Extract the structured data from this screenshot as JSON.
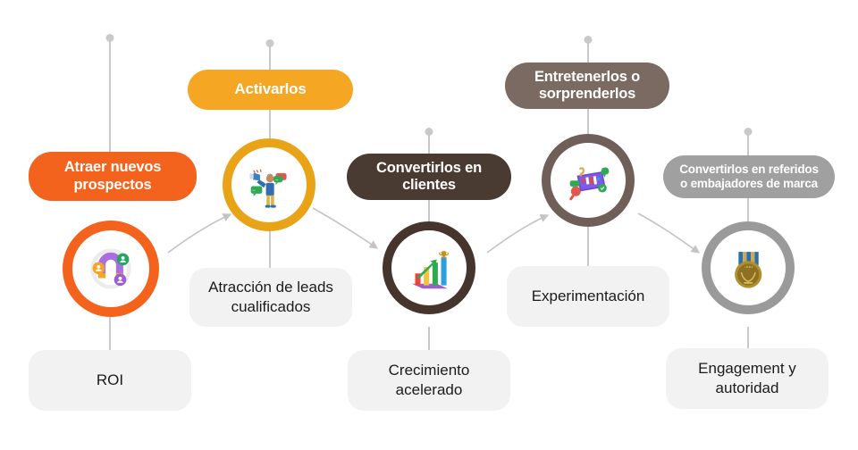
{
  "diagram": {
    "title_text": "",
    "background": "#ffffff",
    "arrow_color": "#bfbfbf",
    "spine_color": "#c9c9c9",
    "caption_bg": "#f2f2f2"
  },
  "stages": [
    {
      "id": "atraer",
      "pill_label": "Atraer nuevos\nprospectos",
      "pill_label_line1": "Atraer nuevos",
      "pill_label_line2": "prospectos",
      "pill_color": "#f4631e",
      "ring_color": "#f4631e",
      "icon_name": "magnet-attract-leads-icon",
      "caption": "ROI",
      "caption_line1": "ROI",
      "caption_line2": ""
    },
    {
      "id": "activar",
      "pill_label": "Activarlos",
      "pill_label_line1": "Activarlos",
      "pill_label_line2": "",
      "pill_color": "#f5a623",
      "ring_color": "#e9a317",
      "icon_name": "megaphone-person-icon",
      "caption": "Atracción de leads cualificados",
      "caption_line1": "Atracción de leads",
      "caption_line2": "cualificados"
    },
    {
      "id": "convertir",
      "pill_label": "Convertirlos en\nclientes",
      "pill_label_line1": "Convertirlos en",
      "pill_label_line2": "clientes",
      "pill_color": "#4a3b32",
      "ring_color": "#46352c",
      "icon_name": "growth-bar-chart-trophy-icon",
      "caption": "Crecimiento acelerado",
      "caption_line1": "Crecimiento",
      "caption_line2": "acelerado"
    },
    {
      "id": "entretener",
      "pill_label": "Entretenerlos o\nsorprenderlos",
      "pill_label_line1": "Entretenerlos o",
      "pill_label_line2": "sorprenderlos",
      "pill_color": "#7a6a62",
      "ring_color": "#6f5f58",
      "icon_name": "experimentation-laptop-icon",
      "caption": "Experimentación",
      "caption_line1": "Experimentación",
      "caption_line2": ""
    },
    {
      "id": "referidos",
      "pill_label": "Convertirlos en referidos\no embajadores de marca",
      "pill_label_line1": "Convertirlos en referidos",
      "pill_label_line2": "o embajadores de marca",
      "pill_color": "#a0a0a0",
      "ring_color": "#9a9a9a",
      "icon_name": "award-medal-icon",
      "caption": "Engagement y autoridad",
      "caption_line1": "Engagement y",
      "caption_line2": "autoridad"
    }
  ]
}
